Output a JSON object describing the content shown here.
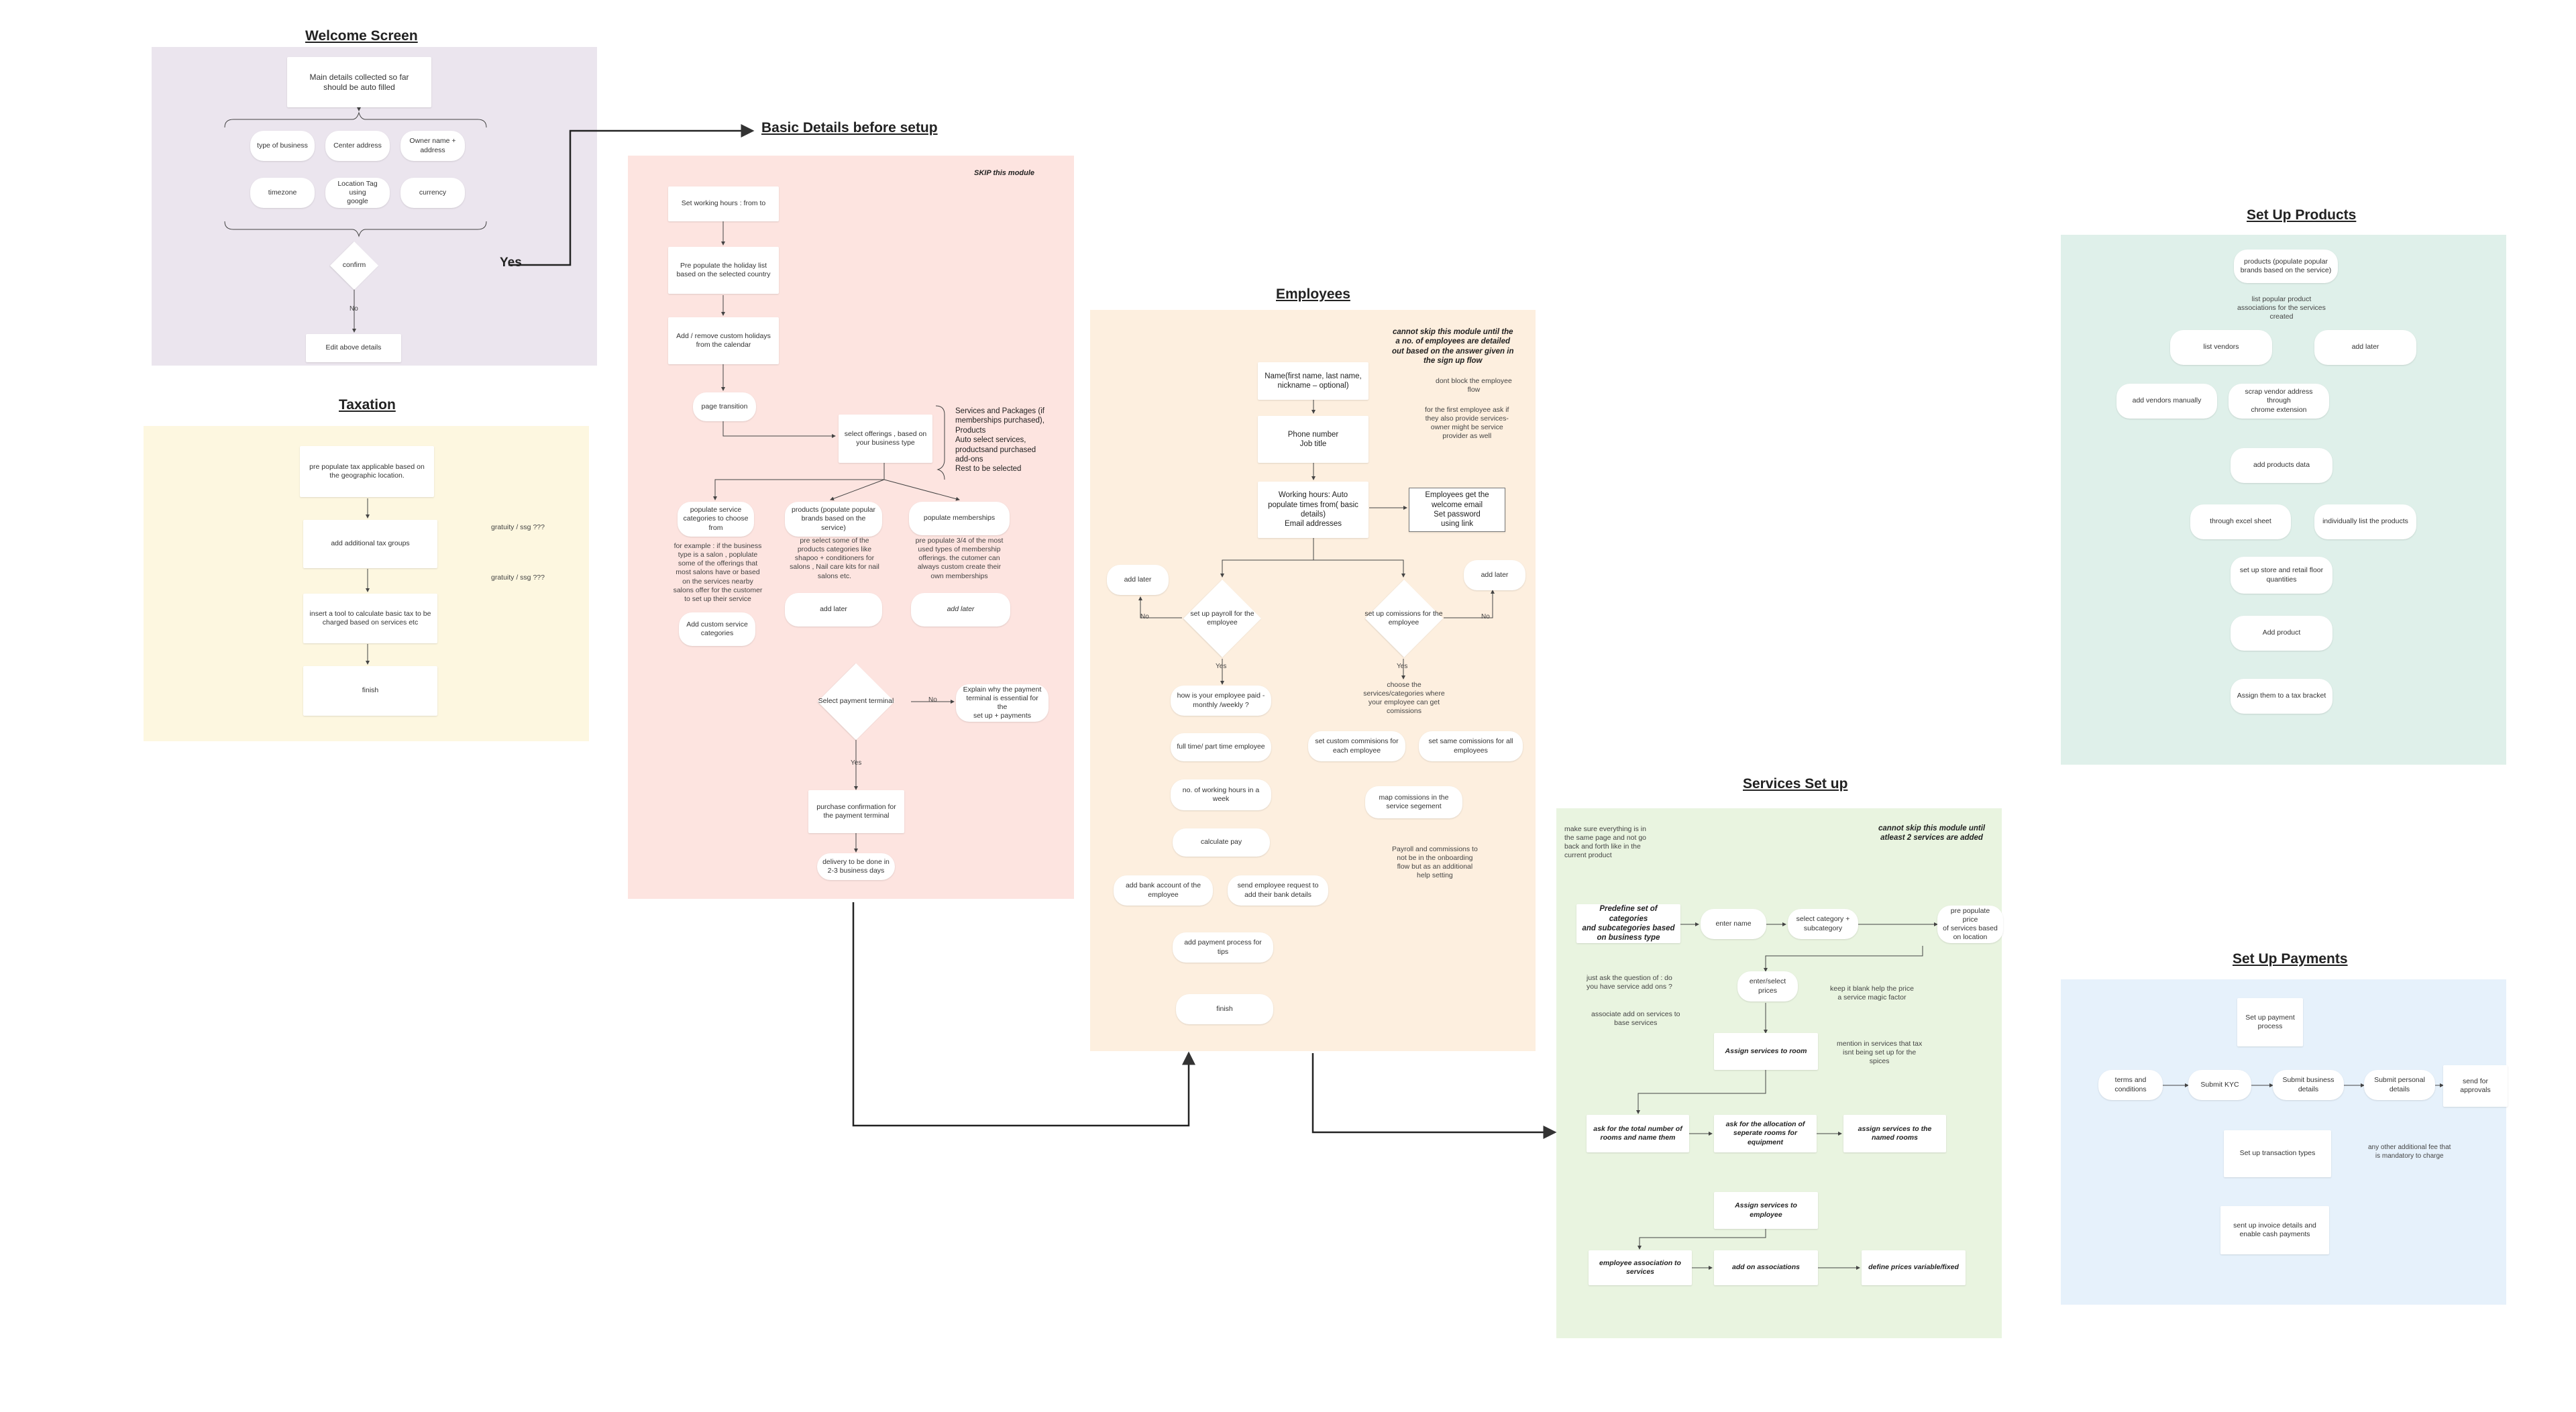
{
  "welcome": {
    "title": "Welcome Screen",
    "main_details": "Main details collected so far\nshould be auto filled",
    "type_of_business": "type of business",
    "center_address": "Center address",
    "owner_name": "Owner name +\naddress",
    "timezone": "timezone",
    "location_tag": "Location Tag using\ngoogle",
    "currency": "currency",
    "confirm": "confirm",
    "yes": "Yes",
    "no": "No",
    "edit_above": "Edit above details"
  },
  "taxation": {
    "title": "Taxation",
    "prepopulate": "pre populate tax applicable based on\nthe geographic location.",
    "add_groups": "add additional tax groups",
    "insert_tool": "insert a tool to calculate basic tax to be\ncharged based on services etc",
    "finish": "finish",
    "gratuity1": "gratuity / ssg ???",
    "gratuity2": "gratuity / ssg ???"
  },
  "basic": {
    "title": "Basic Details before setup",
    "skip": "SKIP this module",
    "working_hours": "Set working hours : from to",
    "holiday": "Pre populate the holiday list\nbased on the selected country",
    "custom_holidays": "Add / remove  custom holidays\nfrom the calendar",
    "page_transition": "page transition",
    "select_offerings": "select offerings , based on\nyour business type",
    "services_packages": "Services and Packages (if\nmemberships purchased),\nProducts\nAuto select services,\nproductsand purchased\nadd-ons\nRest to be selected",
    "populate_service": "populate service\ncategories to choose\nfrom",
    "service_example": "for example : if the business\ntype is a salon , poplulate\nsome of the offerings that\nmost salons have or based\non the services nearby\nsalons offer for the customer\nto set up their service",
    "add_custom_service": "Add custom service\ncategories",
    "products_populate": "products (populate popular\nbrands based on the service)",
    "preselect_products": "pre select some of the\nproducts categories like\nshapoo + conditioners for\nsalons , Nail care kits for nail\nsalons etc.",
    "add_later": "add later",
    "populate_memberships": "populate memberships",
    "prepopulate_memberships": "pre populate 3/4 of the most\nused types of membership\nofferings. the cutomer can\nalways custom create their\nown memberships",
    "add_later2": "add later",
    "select_payment": "Select payment terminal",
    "no": "No",
    "explain_payment": "Explain why the payment\nterminal is essential for the\nset up + payments",
    "yes": "Yes",
    "purchase_confirmation": "purchase confirmation for\nthe payment terminal",
    "delivery": "delivery to be done in\n2-3 business days"
  },
  "employees": {
    "title": "Employees",
    "cannot_skip": "cannot skip this module until the\na no. of employees are detailed\nout based on the answer given in\nthe sign up flow",
    "name": "Name(first name, last name,\nnickname – optional)",
    "dont_block": "dont block the employee\nflow",
    "first_employee_note": "for the first employee  ask if\nthey also provide services-\nowner might be service\nprovider as well",
    "phone": "Phone number\nJob title",
    "working_hours": "Working hours: Auto\npopulate times from( basic\ndetails)\nEmail addresses",
    "welcome_email": "Employees get the\nwelcome email\nSet password\nusing link",
    "add_later_left": "add later",
    "add_later_right": "add later",
    "setup_payroll": "set up payroll for the\nemployee",
    "setup_commissions": "set up comissions for the\nemployee",
    "no": "No",
    "yes": "Yes",
    "how_paid": "how is your employee paid -\nmonthly /weekly ?",
    "full_time": "full time/ part time employee",
    "working_hours_week": "no. of working hours in a\nweek",
    "calculate_pay": "calculate pay",
    "bank_account": "add bank account of the\nemployee",
    "send_request": "send employee request to\nadd their bank details",
    "payment_tips": "add payment process for tips",
    "finish": "finish",
    "choose_services": "choose the\nservices/categories where\nyour employee can get\ncomissions",
    "custom_commission": "set custom commisions for\neach employee",
    "same_commission": "set same comissions for all\nemployees",
    "map_commissions": "map comissions in the\nservice segement",
    "payroll_note": "Payroll and commissions to\nnot be in the onboarding\nflow but as an additional\nhelp setting"
  },
  "services": {
    "title": "Services Set up",
    "make_sure": "make sure everything is in\nthe same page and not go\nback and forth like in the\ncurrent product",
    "cannot_skip": "cannot skip this module until\natleast 2 services are added",
    "predefine": "Predefine set of categories\nand subcategories based\non business type",
    "enter_name": "enter name",
    "select_category": "select category +\nsubcategory",
    "prepopulate_price": "pre populate price\nof services based\non location",
    "enter_prices": "enter/select\nprices",
    "ask_service_addons": "just ask the question of : do\nyou have service add ons ?",
    "keep_blank": "keep it blank  help the price\na service  magic factor",
    "associate_addon": "associate add on services to\nbase services",
    "assign_room": "Assign services to room",
    "mention_services": "mention in services  that tax\nisnt being set up for the\nspices",
    "ask_rooms": "ask for the total number of\nrooms  and name them",
    "ask_allocation": "ask for the allocation of\nseperate rooms for\nequipment",
    "assign_named": "assign services to the\nnamed rooms",
    "assign_employee": "Assign services to\nemployee",
    "employee_association": "employee association to\nservices",
    "add_on_associations": "add on associations",
    "define_prices": "define prices variable/fixed"
  },
  "products": {
    "title": "Set Up Products",
    "products_populate": "products (populate popular\nbrands based on the service)",
    "list_popular": "list popular product\nassociations for the services\ncreated",
    "list_vendors": "list vendors",
    "add_later": "add later",
    "add_vendors": "add vendors manually",
    "scrap_vendor": "scrap vendor address through\nchrome extension",
    "add_products_data": "add products data",
    "excel": "through excel sheet",
    "individually": "individually list the products",
    "setup_store": "set up store and retail floor\nquantities",
    "add_product": "Add product",
    "assign_tax": "Assign them to a tax bracket"
  },
  "payments": {
    "title": "Set Up Payments",
    "setup_process": "Set up payment\nprocess",
    "terms": "terms and\nconditions",
    "submit_kyc": "Submit KYC",
    "submit_business": "Submit business\ndetails",
    "submit_personal": "Submit personal\ndetails",
    "send_approvals": "send for\napprovals",
    "transaction_types": "Set up transaction types",
    "additional_fee": "any other additional fee that\nis mandatory to charge",
    "invoice_details": "sent up invoice details and\nenable cash payments"
  }
}
